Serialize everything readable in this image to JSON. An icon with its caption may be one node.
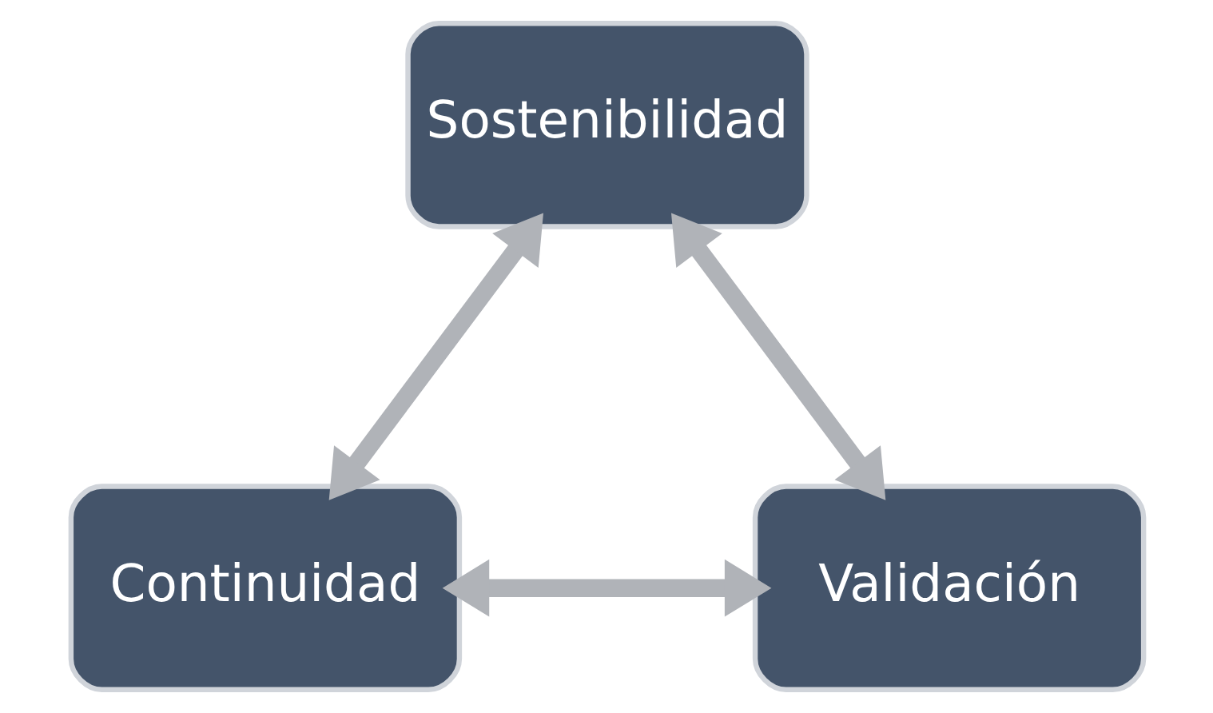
{
  "diagram": {
    "nodes": [
      {
        "text": [
          "Sostenibilidad"
        ]
      },
      {
        "text": [
          "Continuidad"
        ]
      },
      {
        "text": [
          "Validación"
        ]
      }
    ],
    "edges": [
      {
        "from": 1,
        "to": 0,
        "arrow": "both"
      },
      {
        "from": 0,
        "to": 2,
        "arrow": "both"
      },
      {
        "from": 1,
        "to": 2,
        "arrow": "both"
      }
    ]
  }
}
